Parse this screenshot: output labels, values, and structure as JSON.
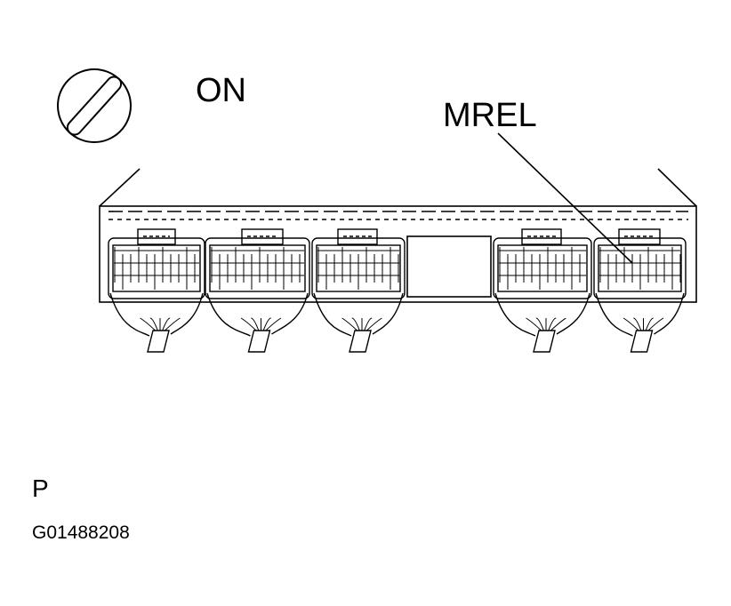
{
  "diagram": {
    "ignition_label": "ON",
    "pin_label": "MREL",
    "view_code": "P",
    "figure_id": "G01488208"
  },
  "icons": {
    "ignition": "ignition-key-switch-icon"
  },
  "colors": {
    "line": "#000000",
    "background": "#ffffff"
  }
}
